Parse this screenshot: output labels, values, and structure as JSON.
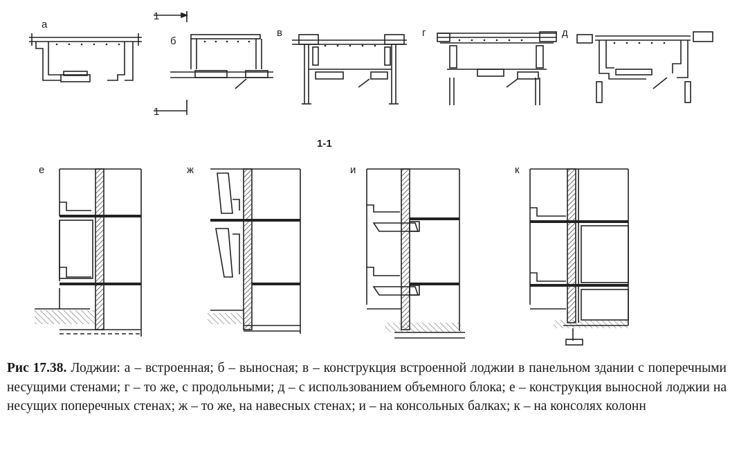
{
  "figure": {
    "labels": {
      "a": "а",
      "b": "б",
      "v": "в",
      "g": "г",
      "d": "д",
      "e": "е",
      "zh": "ж",
      "i": "и",
      "k": "к"
    },
    "section_marks": {
      "top": "1",
      "bottom": "1",
      "section_title": "1-1"
    }
  },
  "caption": {
    "number": "Рис 17.38.",
    "text": " Лоджии: а – встроенная;  б – выносная;  в – конструкция встроенной лоджии в панельном здании с  поперечными  несущими стенами; г – то же, с продольными; д – с использованием объемного блока; е – конструкция выносной лоджии на несущих поперечных стенах; ж – то же, на навесных стенах; и – на консольных балках; к – на консолях колонн"
  },
  "colors": {
    "ink": "#222222",
    "hatch": "#333333",
    "background": "#ffffff"
  }
}
